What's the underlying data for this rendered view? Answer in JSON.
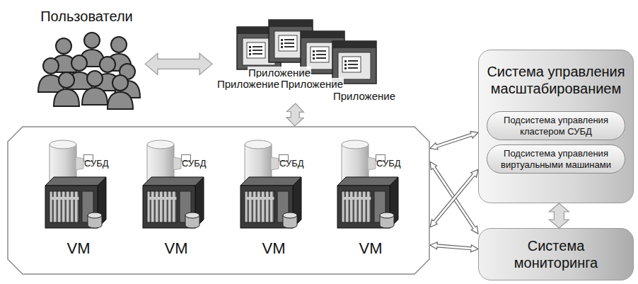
{
  "diagram": {
    "nodes": [
      {
        "text": [
          "Пользователи"
        ]
      },
      {
        "text": [
          "Приложение",
          "Приложение",
          "Приложение",
          "Приложение"
        ]
      },
      {
        "text": []
      },
      {
        "text": [
          "VM"
        ],
        "in": 2
      },
      {
        "text": [
          "СУБД"
        ],
        "in": 3
      },
      {
        "text": [
          "VM"
        ],
        "in": 2
      },
      {
        "text": [
          "СУБД"
        ],
        "in": 5
      },
      {
        "text": [
          "VM"
        ],
        "in": 2
      },
      {
        "text": [
          "СУБД"
        ],
        "in": 7
      },
      {
        "text": [
          "VM"
        ],
        "in": 2
      },
      {
        "text": [
          "СУБД"
        ],
        "in": 9
      },
      {
        "text": [
          "Система управления масштабированием"
        ]
      },
      {
        "text": [
          "Подсистема управления кластером СУБД"
        ],
        "in": 11
      },
      {
        "text": [
          "Подсистема управления виртуальными машинами"
        ],
        "in": 11
      },
      {
        "text": [
          "Система мониторинга"
        ]
      }
    ],
    "edges": [
      {
        "from": 0,
        "to": 1,
        "arrow": "both"
      },
      {
        "from": 1,
        "to": 2,
        "arrow": "both"
      },
      {
        "from": 11,
        "to": 2,
        "arrow": "both"
      },
      {
        "from": 14,
        "to": 2,
        "arrow": "both"
      },
      {
        "from": 11,
        "to": 2,
        "arrow": "both"
      },
      {
        "from": 14,
        "to": 2,
        "arrow": "both"
      },
      {
        "from": 11,
        "to": 14,
        "arrow": "both"
      }
    ]
  }
}
